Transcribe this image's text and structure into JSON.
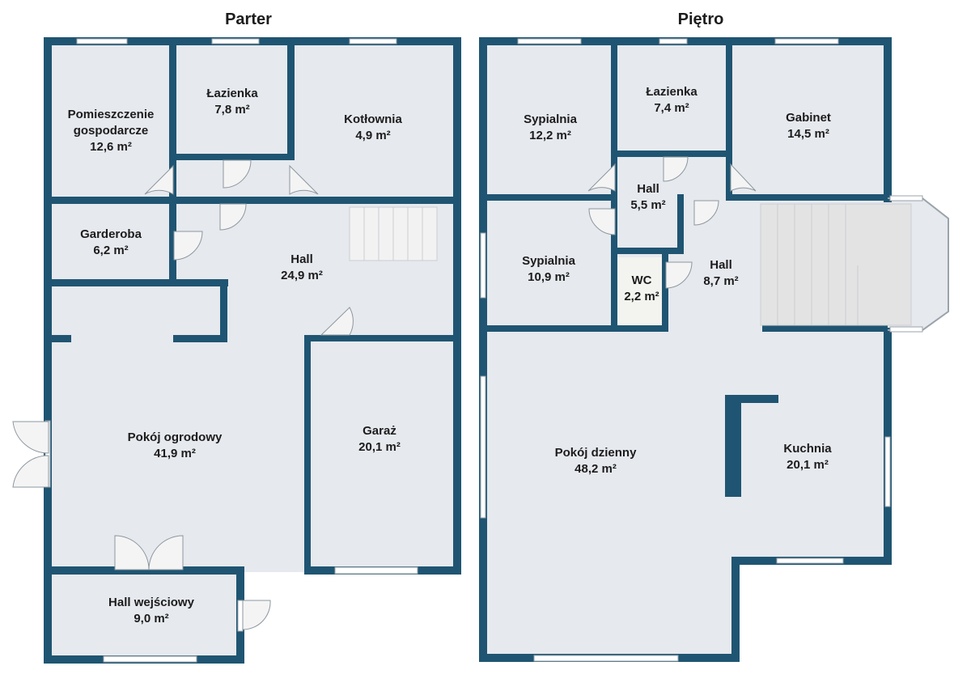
{
  "floors": [
    {
      "title": "Parter",
      "rooms": [
        {
          "name": "Pomieszczenie",
          "name2": "gospodarcze",
          "area": "12,6 m²"
        },
        {
          "name": "Łazienka",
          "area": "7,8 m²"
        },
        {
          "name": "Kotłownia",
          "area": "4,9 m²"
        },
        {
          "name": "Garderoba",
          "area": "6,2 m²"
        },
        {
          "name": "Hall",
          "area": "24,9 m²"
        },
        {
          "name": "Pokój ogrodowy",
          "area": "41,9 m²"
        },
        {
          "name": "Garaż",
          "area": "20,1 m²"
        },
        {
          "name": "Hall wejściowy",
          "area": "9,0 m²"
        }
      ]
    },
    {
      "title": "Piętro",
      "rooms": [
        {
          "name": "Sypialnia",
          "area": "12,2 m²"
        },
        {
          "name": "Łazienka",
          "area": "7,4 m²"
        },
        {
          "name": "Gabinet",
          "area": "14,5 m²"
        },
        {
          "name": "Hall",
          "area": "5,5 m²"
        },
        {
          "name": "Sypialnia",
          "area": "10,9 m²"
        },
        {
          "name": "WC",
          "area": "2,2 m²"
        },
        {
          "name": "Hall",
          "area": "8,7 m²"
        },
        {
          "name": "Pokój dzienny",
          "area": "48,2 m²"
        },
        {
          "name": "Kuchnia",
          "area": "20,1 m²"
        }
      ]
    }
  ],
  "colors": {
    "wall": "#1f5572",
    "floor": "#e6e9ee",
    "wc_floor": "#f3f3ef"
  }
}
